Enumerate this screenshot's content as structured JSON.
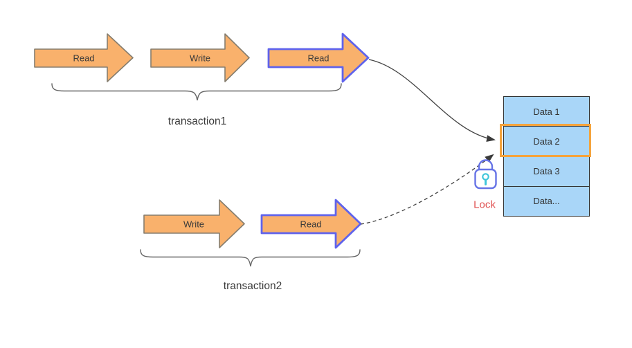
{
  "transactions": [
    {
      "label": "transaction1",
      "arrows": [
        {
          "label": "Read",
          "border": "default"
        },
        {
          "label": "Write",
          "border": "default"
        },
        {
          "label": "Read",
          "border": "highlight-blue"
        }
      ]
    },
    {
      "label": "transaction2",
      "arrows": [
        {
          "label": "Write",
          "border": "default"
        },
        {
          "label": "Read",
          "border": "highlight-blue"
        }
      ]
    }
  ],
  "data_table": {
    "rows": [
      {
        "label": "Data 1",
        "locked": false
      },
      {
        "label": "Data 2",
        "locked": true
      },
      {
        "label": "Data 3",
        "locked": false
      },
      {
        "label": "Data...",
        "locked": false
      }
    ]
  },
  "lock_label": "Lock",
  "connectors": [
    {
      "from": "transaction1 Read arrow",
      "to": "Data 2",
      "style": "solid"
    },
    {
      "from": "transaction2 Read arrow",
      "to": "Data 2",
      "style": "dashed"
    }
  ],
  "colors": {
    "arrow_fill": "#f9b16c",
    "arrow_border_default": "#857d6e",
    "arrow_border_highlight": "#5f63ec",
    "table_fill": "#a9d6f8",
    "table_border": "#333333",
    "locked_row_border": "#f5a33c",
    "lock_icon_stroke": "#6673e6",
    "lock_keyhole": "#3fc5da",
    "lock_text": "#e05151",
    "connector_stroke": "#424242"
  }
}
